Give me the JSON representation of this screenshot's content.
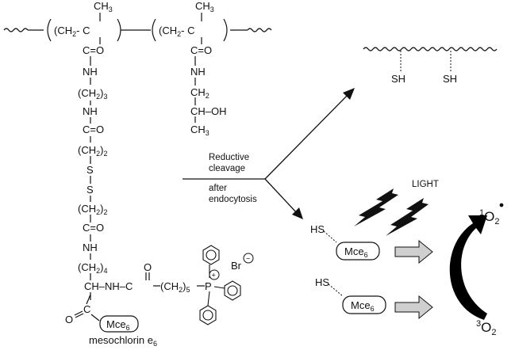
{
  "formula": {
    "ch3": "CH",
    "ch3_sub": "3",
    "ch2_c_left": "(CH",
    "ch2_sub": "2",
    "c_left": "- C",
    "ch2_c_right": "(CH",
    "c_right": "- C",
    "co": "C=O",
    "nh": "NH",
    "ch2_open": "(CH",
    "ch2_close": ")",
    "idx_3": "3",
    "idx_2": "2",
    "idx_4": "4",
    "idx_5": "5",
    "s": "S",
    "ch2_single": "CH",
    "ch_oh": "CH–OH",
    "ch_nh_c": "CH–NH–C",
    "ch2_chain": "(CH",
    "p": "P",
    "br": "Br",
    "o": "O",
    "c": "C",
    "plus": "+",
    "minus": "−"
  },
  "mce_box": "Mce",
  "mce_sub": "6",
  "mesochlorin_label": "mesochlorin e",
  "mesochlorin_sub": "6",
  "pathway": {
    "reductive_line1": "Reductive",
    "reductive_line2": "cleavage",
    "after_line1": "after",
    "after_line2": "endocytosis"
  },
  "sh_label": "SH",
  "hs_label": "HS",
  "light_label": "LIGHT",
  "singlet_o2_pre": "1",
  "singlet_o2": "O",
  "singlet_o2_sub": "2",
  "triplet_o2_pre": "3",
  "triplet_o2": "O",
  "triplet_o2_sub": "2",
  "colors": {
    "ink": "#111111",
    "arrow_fill": "#cfcfcf",
    "curve": "#000000"
  },
  "icons": [
    "lightning-bolt-icon",
    "block-arrow-icon",
    "curved-arrow-icon",
    "phenyl-ring-icon",
    "wavy-backbone-icon"
  ]
}
